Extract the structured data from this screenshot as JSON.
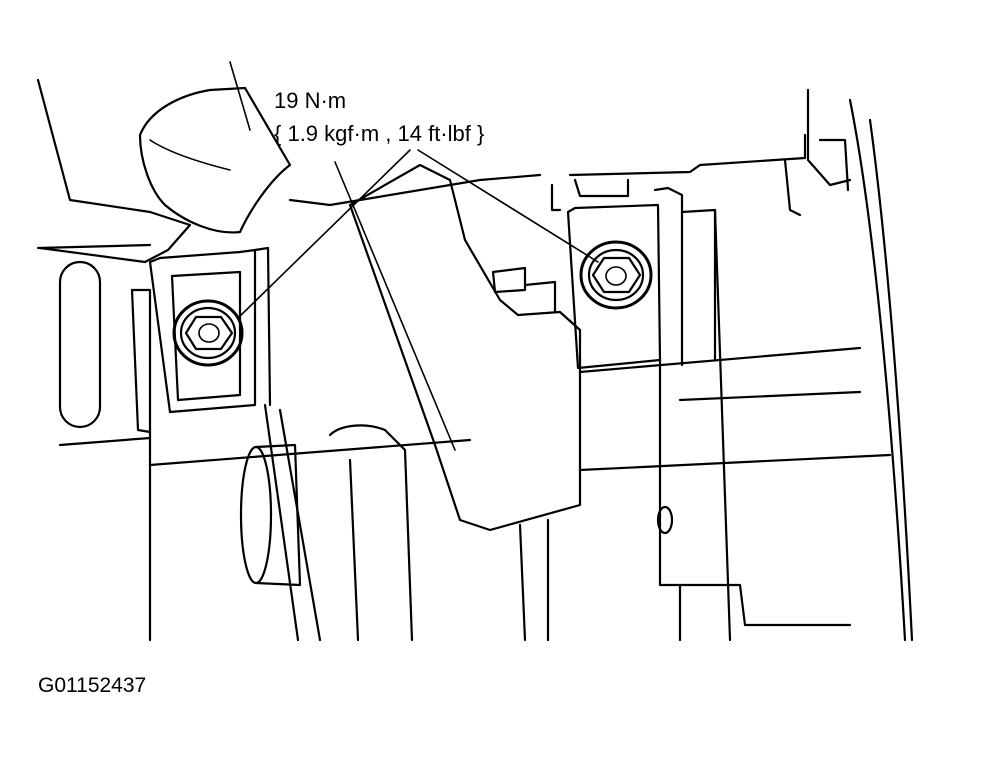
{
  "callout": {
    "torque_nm": "19 N·m",
    "torque_alt": "{ 1.9 kgf·m , 14 ft·lbf }"
  },
  "figure_id": "G01152437",
  "icons": [
    "hex-bolt-icon",
    "hex-bolt-icon"
  ],
  "colors": {
    "ink": "#000000",
    "background": "#ffffff"
  }
}
